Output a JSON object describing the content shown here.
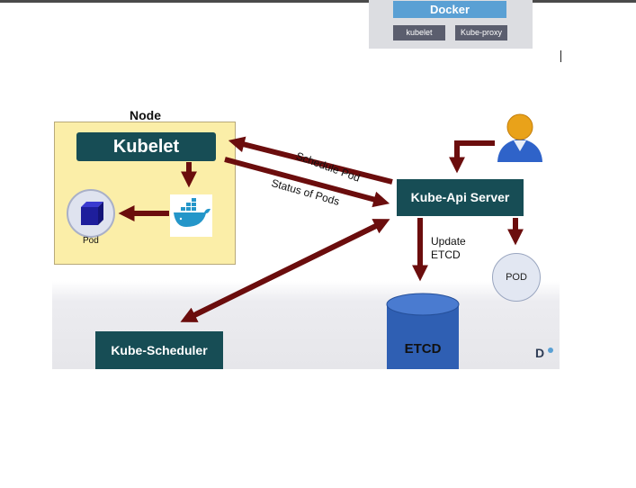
{
  "top_panel": {
    "docker_label": "Docker",
    "kubelet_label": "kubelet",
    "kube_proxy_label": "Kube-proxy"
  },
  "diagram": {
    "node_title": "Node",
    "kubelet_label": "Kubelet",
    "pod_label": "Pod",
    "api_server_label": "Kube-Api Server",
    "scheduler_label": "Kube-Scheduler",
    "schedule_pod_label": "Schedule Pod",
    "status_of_pods_label": "Status of Pods",
    "update_etcd_label_line1": "Update",
    "update_etcd_label_line2": "ETCD",
    "pod_circle_label": "POD",
    "etcd_label": "ETCD",
    "logo_letter": "D"
  },
  "colors": {
    "dark_teal": "#174d55",
    "arrow_maroon": "#6b0d0d",
    "node_background": "#fbeea8",
    "docker_blue": "#5aa0d4",
    "etcd_blue": "#2f5fb3"
  }
}
